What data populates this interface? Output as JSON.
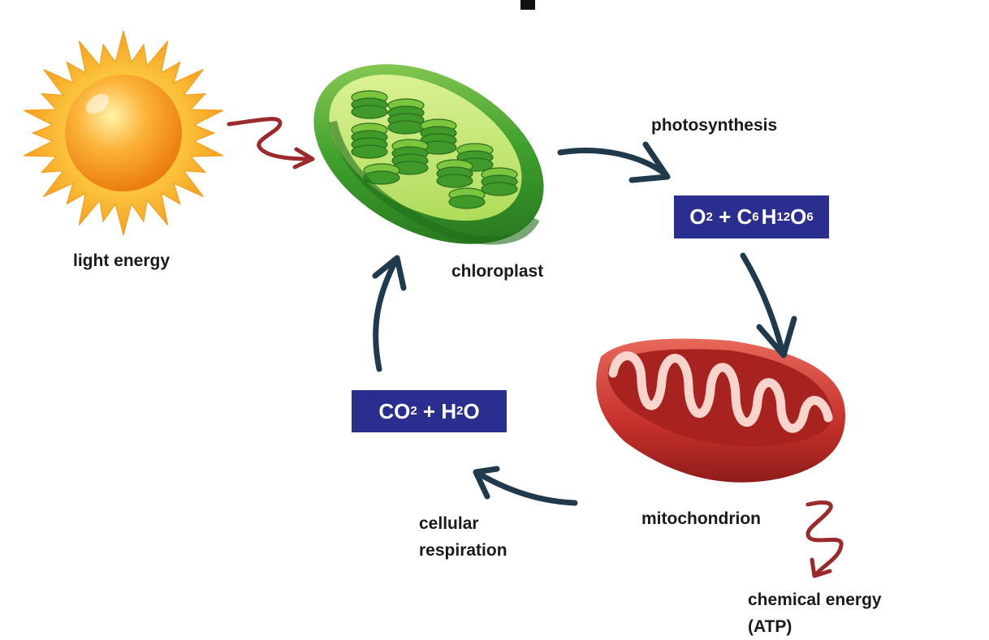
{
  "labels": {
    "light_energy": "light energy",
    "chloroplast": "chloroplast",
    "photosynthesis": "photosynthesis",
    "mitochondrion": "mitochondrion",
    "cellular_respiration_1": "cellular",
    "cellular_respiration_2": "respiration",
    "chemical_energy_1": "chemical energy",
    "chemical_energy_2": "(ATP)"
  },
  "formulas": {
    "products": {
      "o": "O",
      "o_sub": "2",
      "plus": " + ",
      "c": "C",
      "c_sub": "6",
      "h": "H",
      "h_sub": "12",
      "o2": "O",
      "o2_sub": "6"
    },
    "reactants": {
      "co": "CO",
      "co_sub": "2",
      "plus": " + ",
      "h": "H",
      "h_sub": "2",
      "o": "O"
    }
  },
  "colors": {
    "formula_box": "#2a2f8f",
    "cycle_arrow": "#1e3a4c",
    "energy_arrow": "#9c2a2a",
    "sun": "#f7a51c",
    "chloroplast": "#3d9a2f",
    "mitochondrion": "#c8372d"
  }
}
